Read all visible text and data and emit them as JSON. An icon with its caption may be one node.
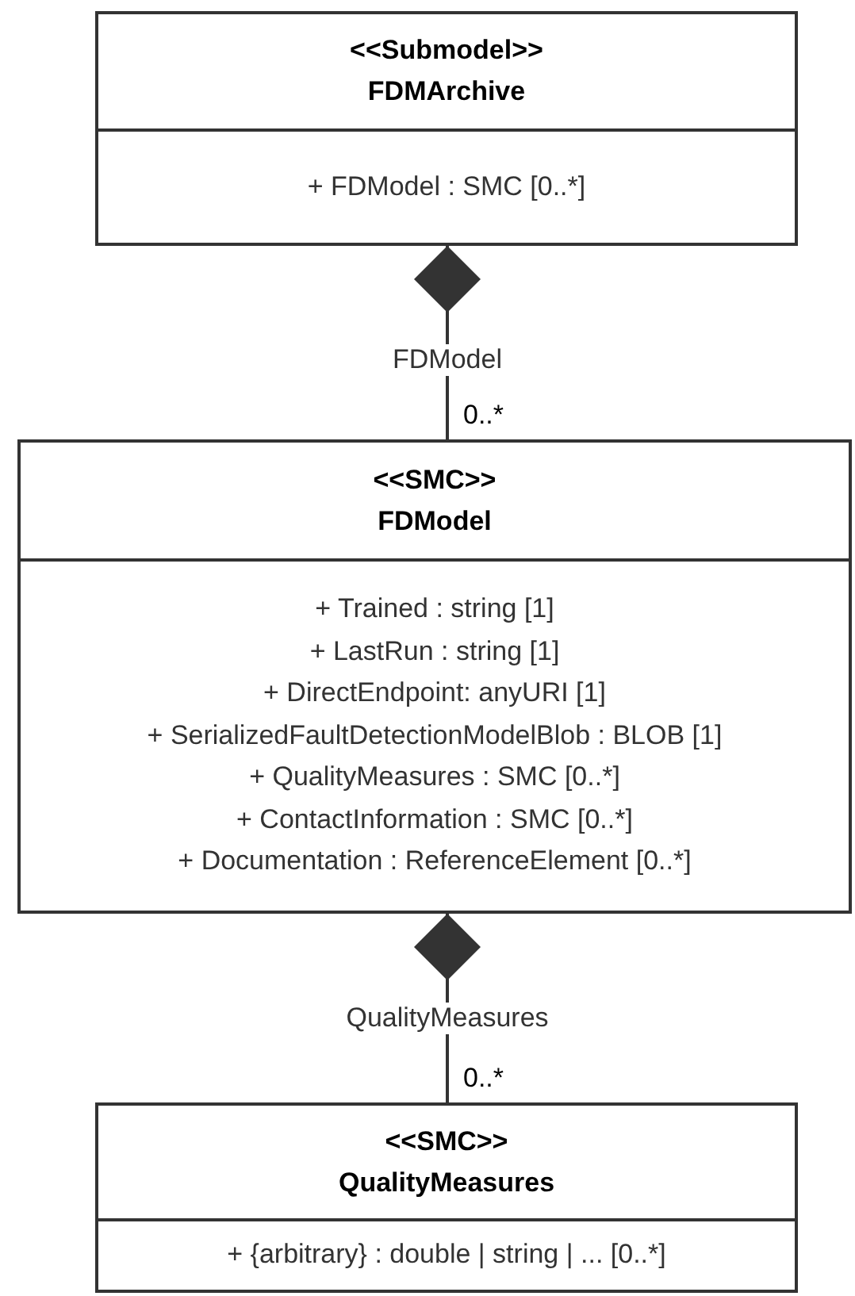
{
  "diagram": {
    "nodes": [
      {
        "text": [
          "<<Submodel>>",
          "FDMArchive",
          "+ FDModel : SMC [0..*]"
        ]
      },
      {
        "text": [
          "<<SMC>>",
          "FDModel",
          "+ Trained : string [1]",
          "+ LastRun : string [1]",
          "+ DirectEndpoint: anyURI [1]",
          "+ SerializedFaultDetectionModelBlob : BLOB [1]",
          "+ QualityMeasures : SMC [0..*]",
          "+ ContactInformation : SMC [0..*]",
          "+ Documentation : ReferenceElement [0..*]"
        ]
      },
      {
        "text": [
          "<<SMC>>",
          "QualityMeasures",
          "+ {arbitrary} : double | string | ... [0..*]"
        ]
      }
    ],
    "edges": [
      {
        "from": 0,
        "to": 1,
        "arrow": "other",
        "label": "FDModel"
      },
      {
        "from": 1,
        "to": 2,
        "arrow": "other",
        "label": "QualityMeasures"
      }
    ],
    "labels": [
      "0..*",
      "0..*"
    ]
  }
}
